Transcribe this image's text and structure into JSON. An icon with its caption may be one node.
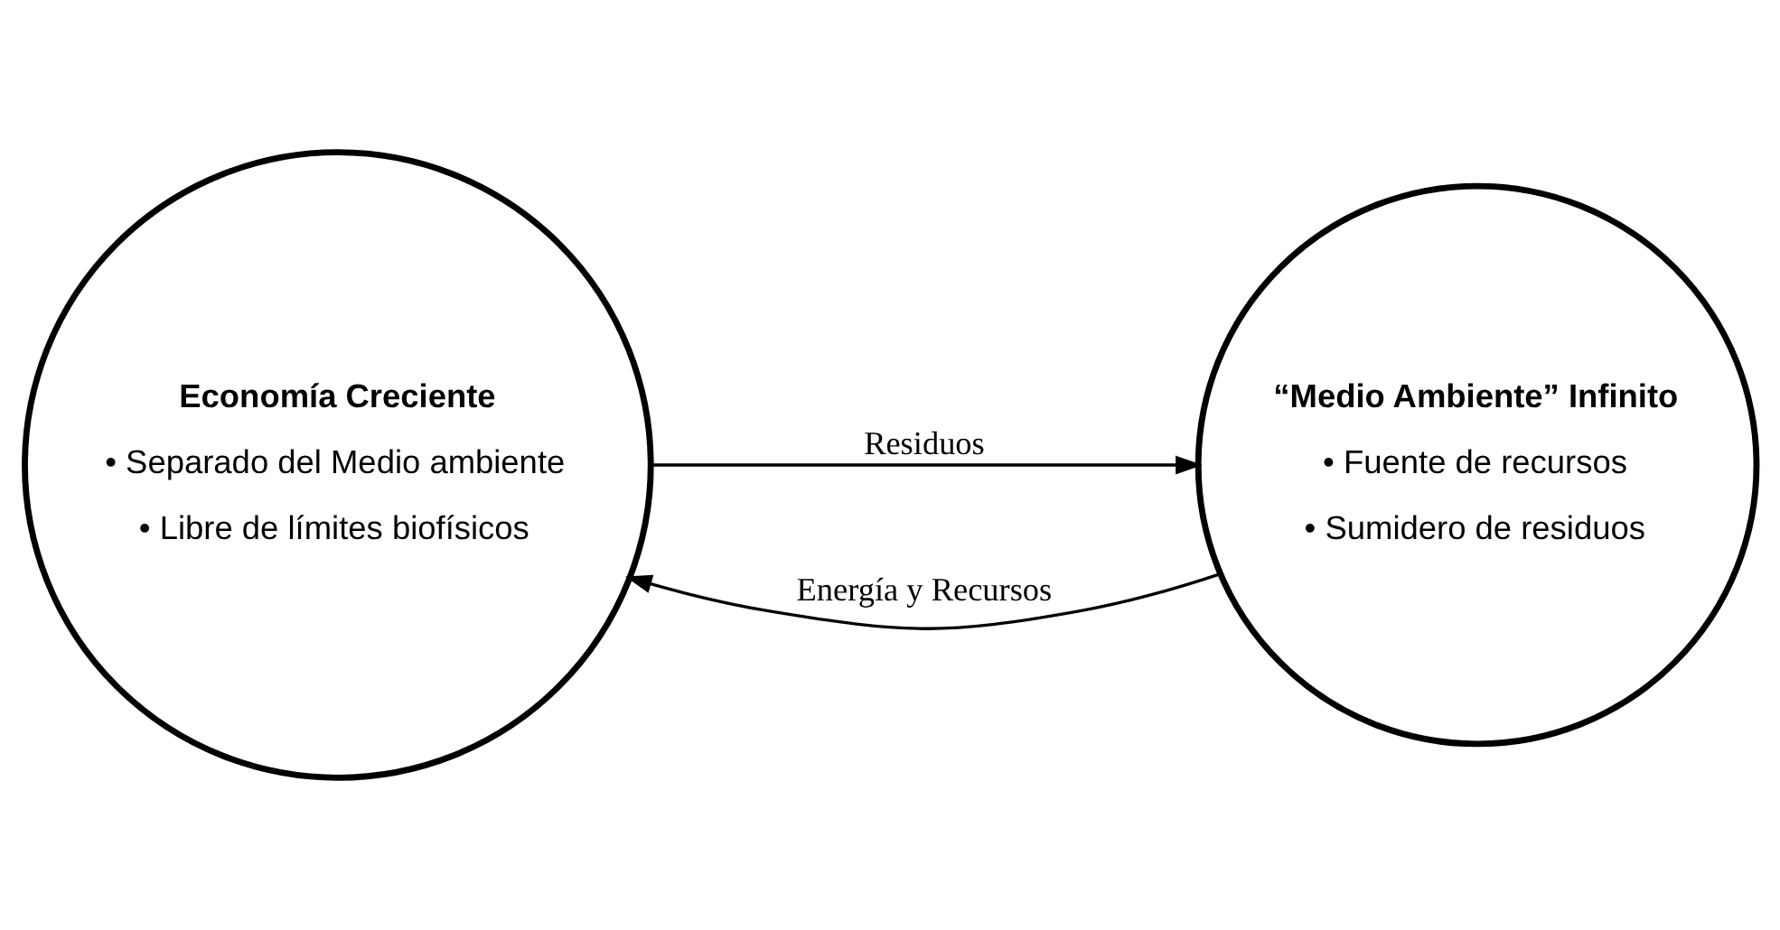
{
  "diagram": {
    "nodes": [
      {
        "text": [
          "Economía Creciente",
          "• Separado del Medio ambiente",
          "• Libre de límites biofísicos"
        ]
      },
      {
        "text": [
          "“Medio Ambiente” Infinito",
          "• Fuente de recursos",
          "• Sumidero de residuos"
        ]
      }
    ],
    "edges": [
      {
        "from": 1,
        "to": 0,
        "label": "Energía y Recursos",
        "arrow": "to"
      },
      {
        "from": 0,
        "to": 1,
        "label": "Residuos",
        "arrow": "to"
      }
    ]
  }
}
